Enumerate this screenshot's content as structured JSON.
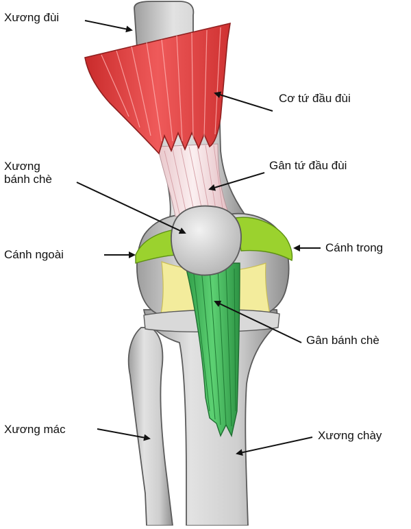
{
  "labels": {
    "femur": "Xương đùi",
    "quadriceps": "Cơ tứ đầu đùi",
    "patella_line1": "Xương",
    "patella_line2": "bánh chè",
    "quadriceps_tendon": "Gân tứ đầu đùi",
    "lateral_wing": "Cánh ngoài",
    "medial_wing": "Cánh trong",
    "patellar_tendon": "Gân bánh chè",
    "fibula": "Xương mác",
    "tibia": "Xương chày"
  },
  "colors": {
    "bone": "#cfcfcf",
    "bone_outline": "#5a5a5a",
    "muscle": "#e23b3b",
    "tendon_light": "#f3d6d8",
    "patellar_tendon": "#44b95a",
    "cartilage_yellow": "#f3ec9c",
    "wing_green": "#9bd22e",
    "arrow": "#111111"
  }
}
